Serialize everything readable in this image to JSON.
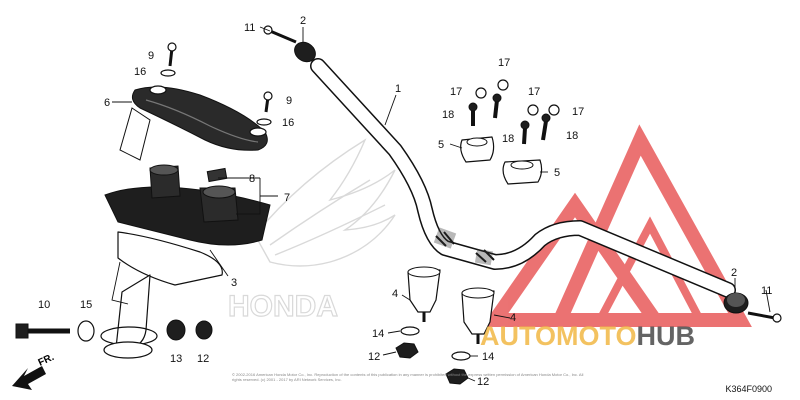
{
  "diagram": {
    "code": "K364F0900",
    "copyright": "© 2002-2016 American Honda Motor Co., Inc. Reproduction of the contents of this publication in any manner is prohibited without the express written permission of American Honda Motor Co., Inc. All rights reserved. (c) 2001 - 2017 by ARI Network Services, Inc.",
    "front_label": "FR.",
    "ghost_brand": "HONDA"
  },
  "callouts": {
    "c1": "1",
    "c2a": "2",
    "c2b": "2",
    "c3": "3",
    "c4a": "4",
    "c4b": "4",
    "c5a": "5",
    "c5b": "5",
    "c6": "6",
    "c7": "7",
    "c8": "8",
    "c9a": "9",
    "c9b": "9",
    "c10": "10",
    "c11a": "11",
    "c11b": "11",
    "c12a": "12",
    "c12b": "12",
    "c12c": "12",
    "c13": "13",
    "c14a": "14",
    "c14b": "14",
    "c15": "15",
    "c16a": "16",
    "c16b": "16",
    "c17a": "17",
    "c17b": "17",
    "c17c": "17",
    "c17d": "17",
    "c18a": "18",
    "c18b": "18",
    "c18c": "18"
  },
  "watermark": {
    "brand_part1": "AUTOMOTO",
    "brand_part2": "HUB",
    "colors": {
      "red": "#e85a5a",
      "gold": "#f2b845",
      "grey": "#4a4a4a"
    }
  }
}
